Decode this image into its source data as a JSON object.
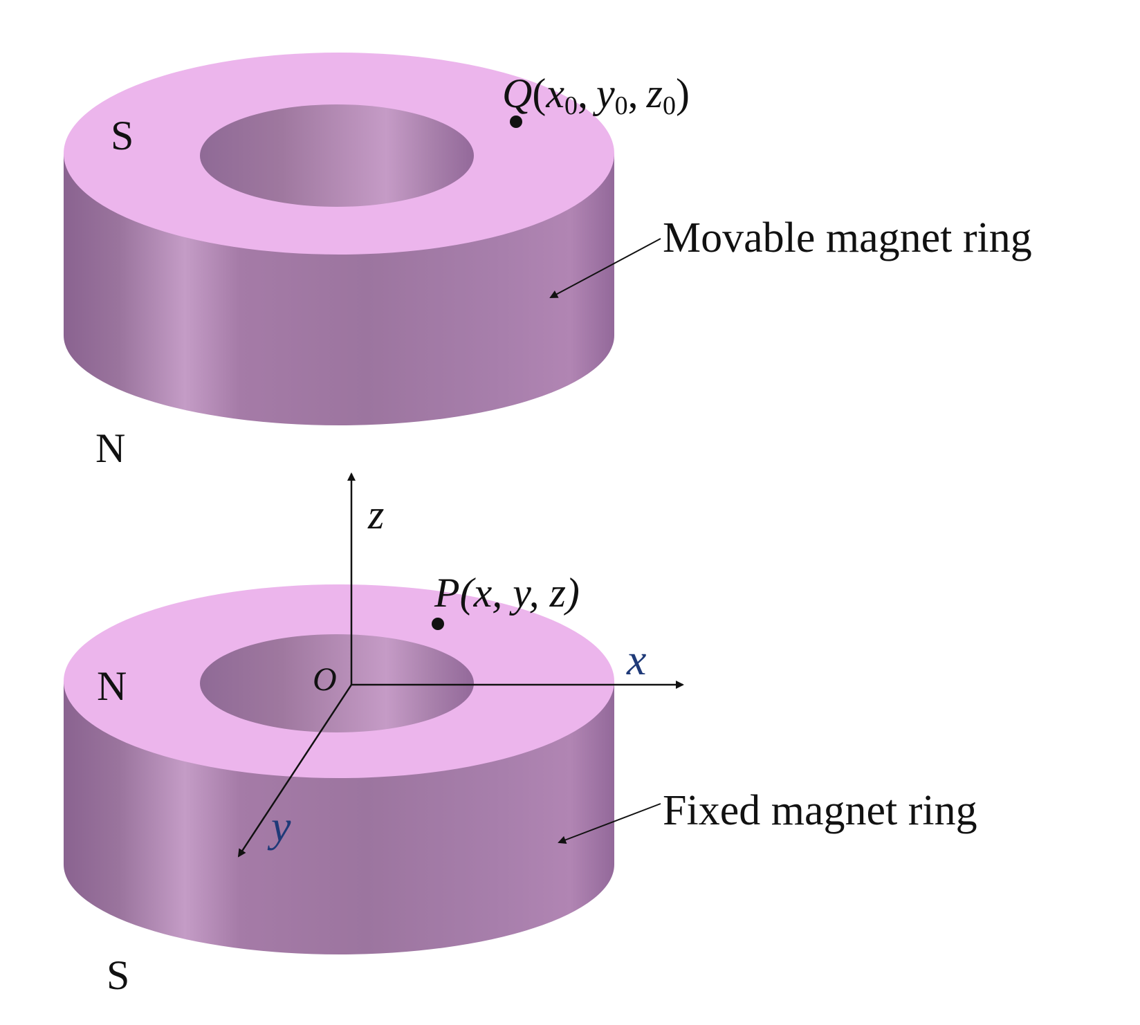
{
  "colors": {
    "top_face": "#ecb5ec",
    "side_light": "#c49cc6",
    "side_mid": "#a57ba7",
    "side_dark": "#8a6390",
    "axis_blue": "#1f3a78",
    "ink": "#111111"
  },
  "movable_ring": {
    "top_pole": "S",
    "bottom_pole": "N",
    "label": "Movable magnet ring",
    "point": {
      "letter": "Q",
      "open": "(",
      "x": "x",
      "y": "y",
      "z": "z",
      "sub": "0",
      "comma": ",",
      "close": ")"
    }
  },
  "fixed_ring": {
    "top_pole": "N",
    "bottom_pole": "S",
    "label": "Fixed magnet ring",
    "point": {
      "text": "P(x, y, z)"
    }
  },
  "axes": {
    "origin": "O",
    "x": "x",
    "y": "y",
    "z": "z"
  }
}
